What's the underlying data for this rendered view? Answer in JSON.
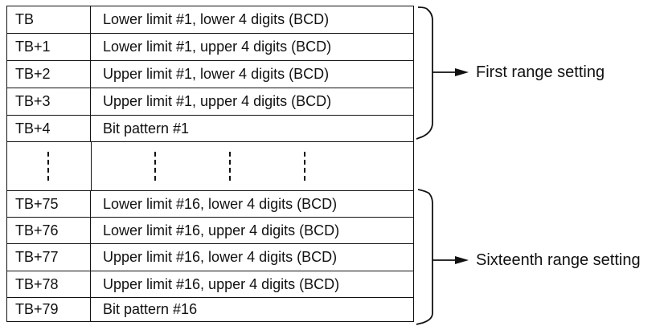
{
  "table": {
    "group1": [
      {
        "addr": "TB",
        "desc": "Lower limit #1, lower 4 digits (BCD)"
      },
      {
        "addr": "TB+1",
        "desc": "Lower limit #1, upper 4 digits (BCD)"
      },
      {
        "addr": "TB+2",
        "desc": "Upper limit #1, lower 4 digits (BCD)"
      },
      {
        "addr": "TB+3",
        "desc": "Upper limit #1, upper 4 digits (BCD)"
      },
      {
        "addr": "TB+4",
        "desc": "Bit pattern #1"
      }
    ],
    "group2": [
      {
        "addr": "TB+75",
        "desc": "Lower limit #16, lower 4 digits (BCD)"
      },
      {
        "addr": "TB+76",
        "desc": "Lower limit #16, upper 4 digits (BCD)"
      },
      {
        "addr": "TB+77",
        "desc": "Upper limit #16, lower 4 digits (BCD)"
      },
      {
        "addr": "TB+78",
        "desc": "Upper limit #16, upper 4 digits (BCD)"
      },
      {
        "addr": "TB+79",
        "desc": "Bit pattern #16"
      }
    ]
  },
  "annotations": {
    "first_range": "First range setting",
    "sixteenth_range": "Sixteenth range setting"
  }
}
